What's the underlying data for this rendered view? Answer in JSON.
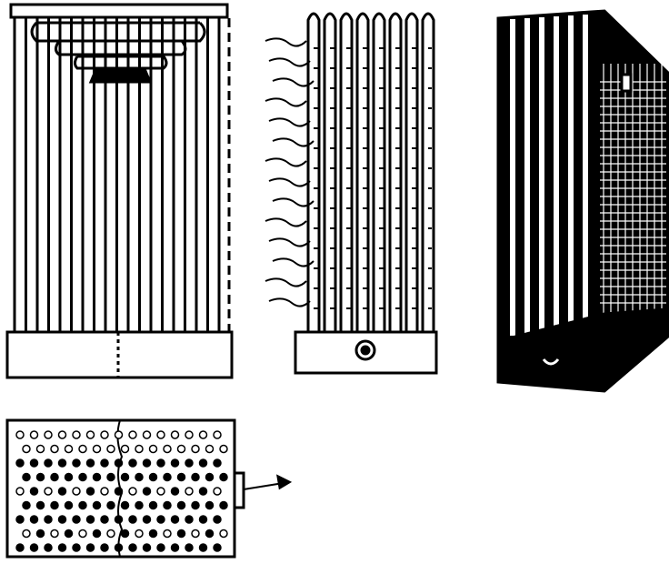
{
  "colors": {
    "ink": "#000000",
    "paper": "#ffffff"
  },
  "figures": {
    "front_view": {
      "tube_count": 19
    },
    "side_view": {
      "tube_count": 8
    },
    "perspective_view": {
      "tube_count": 6
    },
    "bottom_plan": {
      "rows": 9,
      "cols": 15
    }
  }
}
